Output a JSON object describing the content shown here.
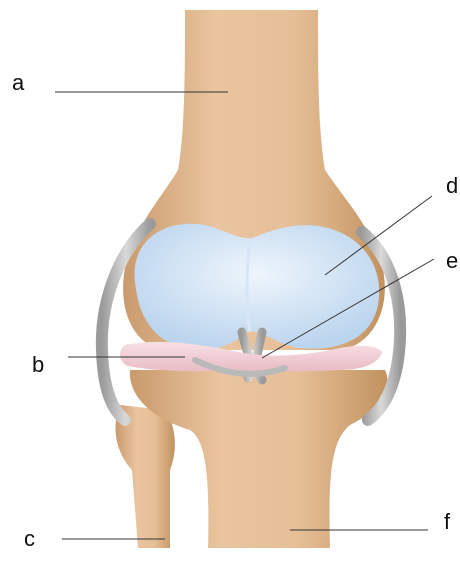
{
  "labels": {
    "a": "a",
    "b": "b",
    "c": "c",
    "d": "d",
    "e": "e",
    "f": "f"
  },
  "colors": {
    "bone": "#e2b88e",
    "bone_shade": "#c99a6c",
    "cartilage": "#c9dff3",
    "cartilage_light": "#e6f0fb",
    "meniscus": "#f0cfd5",
    "ligament": "#a9a9a9",
    "ligament_light": "#d4d4d4"
  }
}
